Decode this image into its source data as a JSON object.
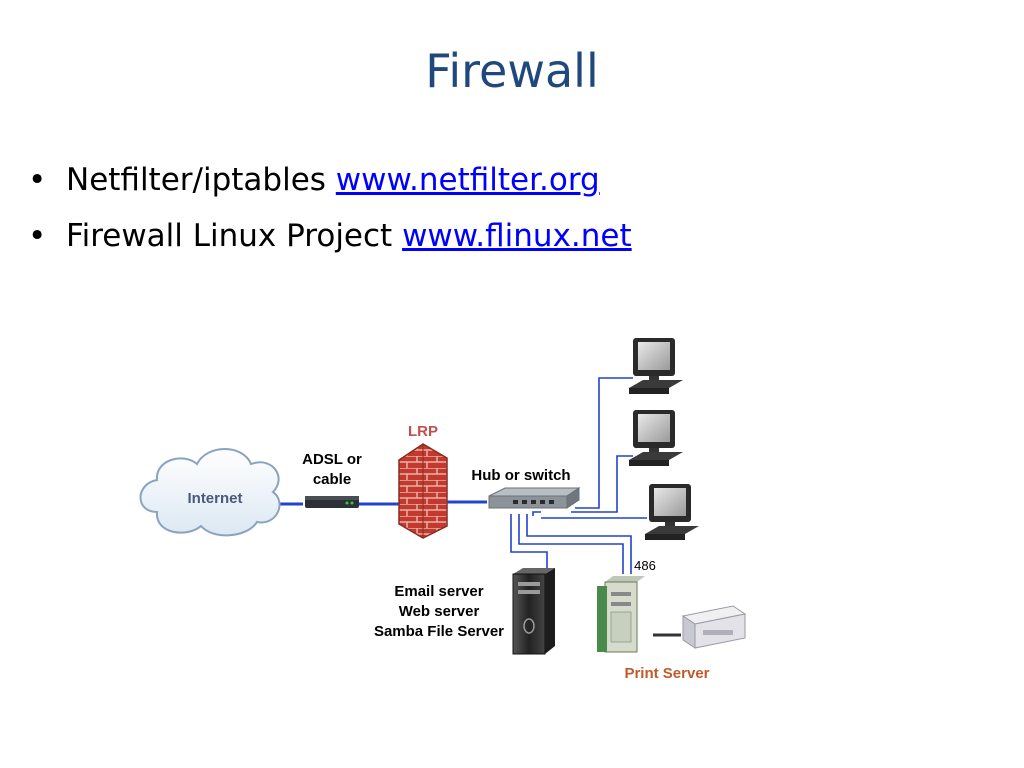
{
  "slide": {
    "title": "Firewall",
    "bullet_char": "•",
    "bullets": [
      {
        "text": "Netfilter/iptables ",
        "link": "www.netfilter.org"
      },
      {
        "text": "Firewall Linux Project ",
        "link": "www.flinux.net"
      }
    ]
  },
  "diagram": {
    "internet": "Internet",
    "adsl_line1": "ADSL or",
    "adsl_line2": "cable",
    "lrp": "LRP",
    "hub": "Hub or switch",
    "server_line1": "Email server",
    "server_line2": "Web server",
    "server_line3": "Samba File Server",
    "label_486": "486",
    "print_server": "Print Server",
    "colors": {
      "link_line": "#2244cc",
      "lrp_label": "#c0504d",
      "print_label": "#c05a2a",
      "cloud_text": "#4a5a7a"
    }
  }
}
